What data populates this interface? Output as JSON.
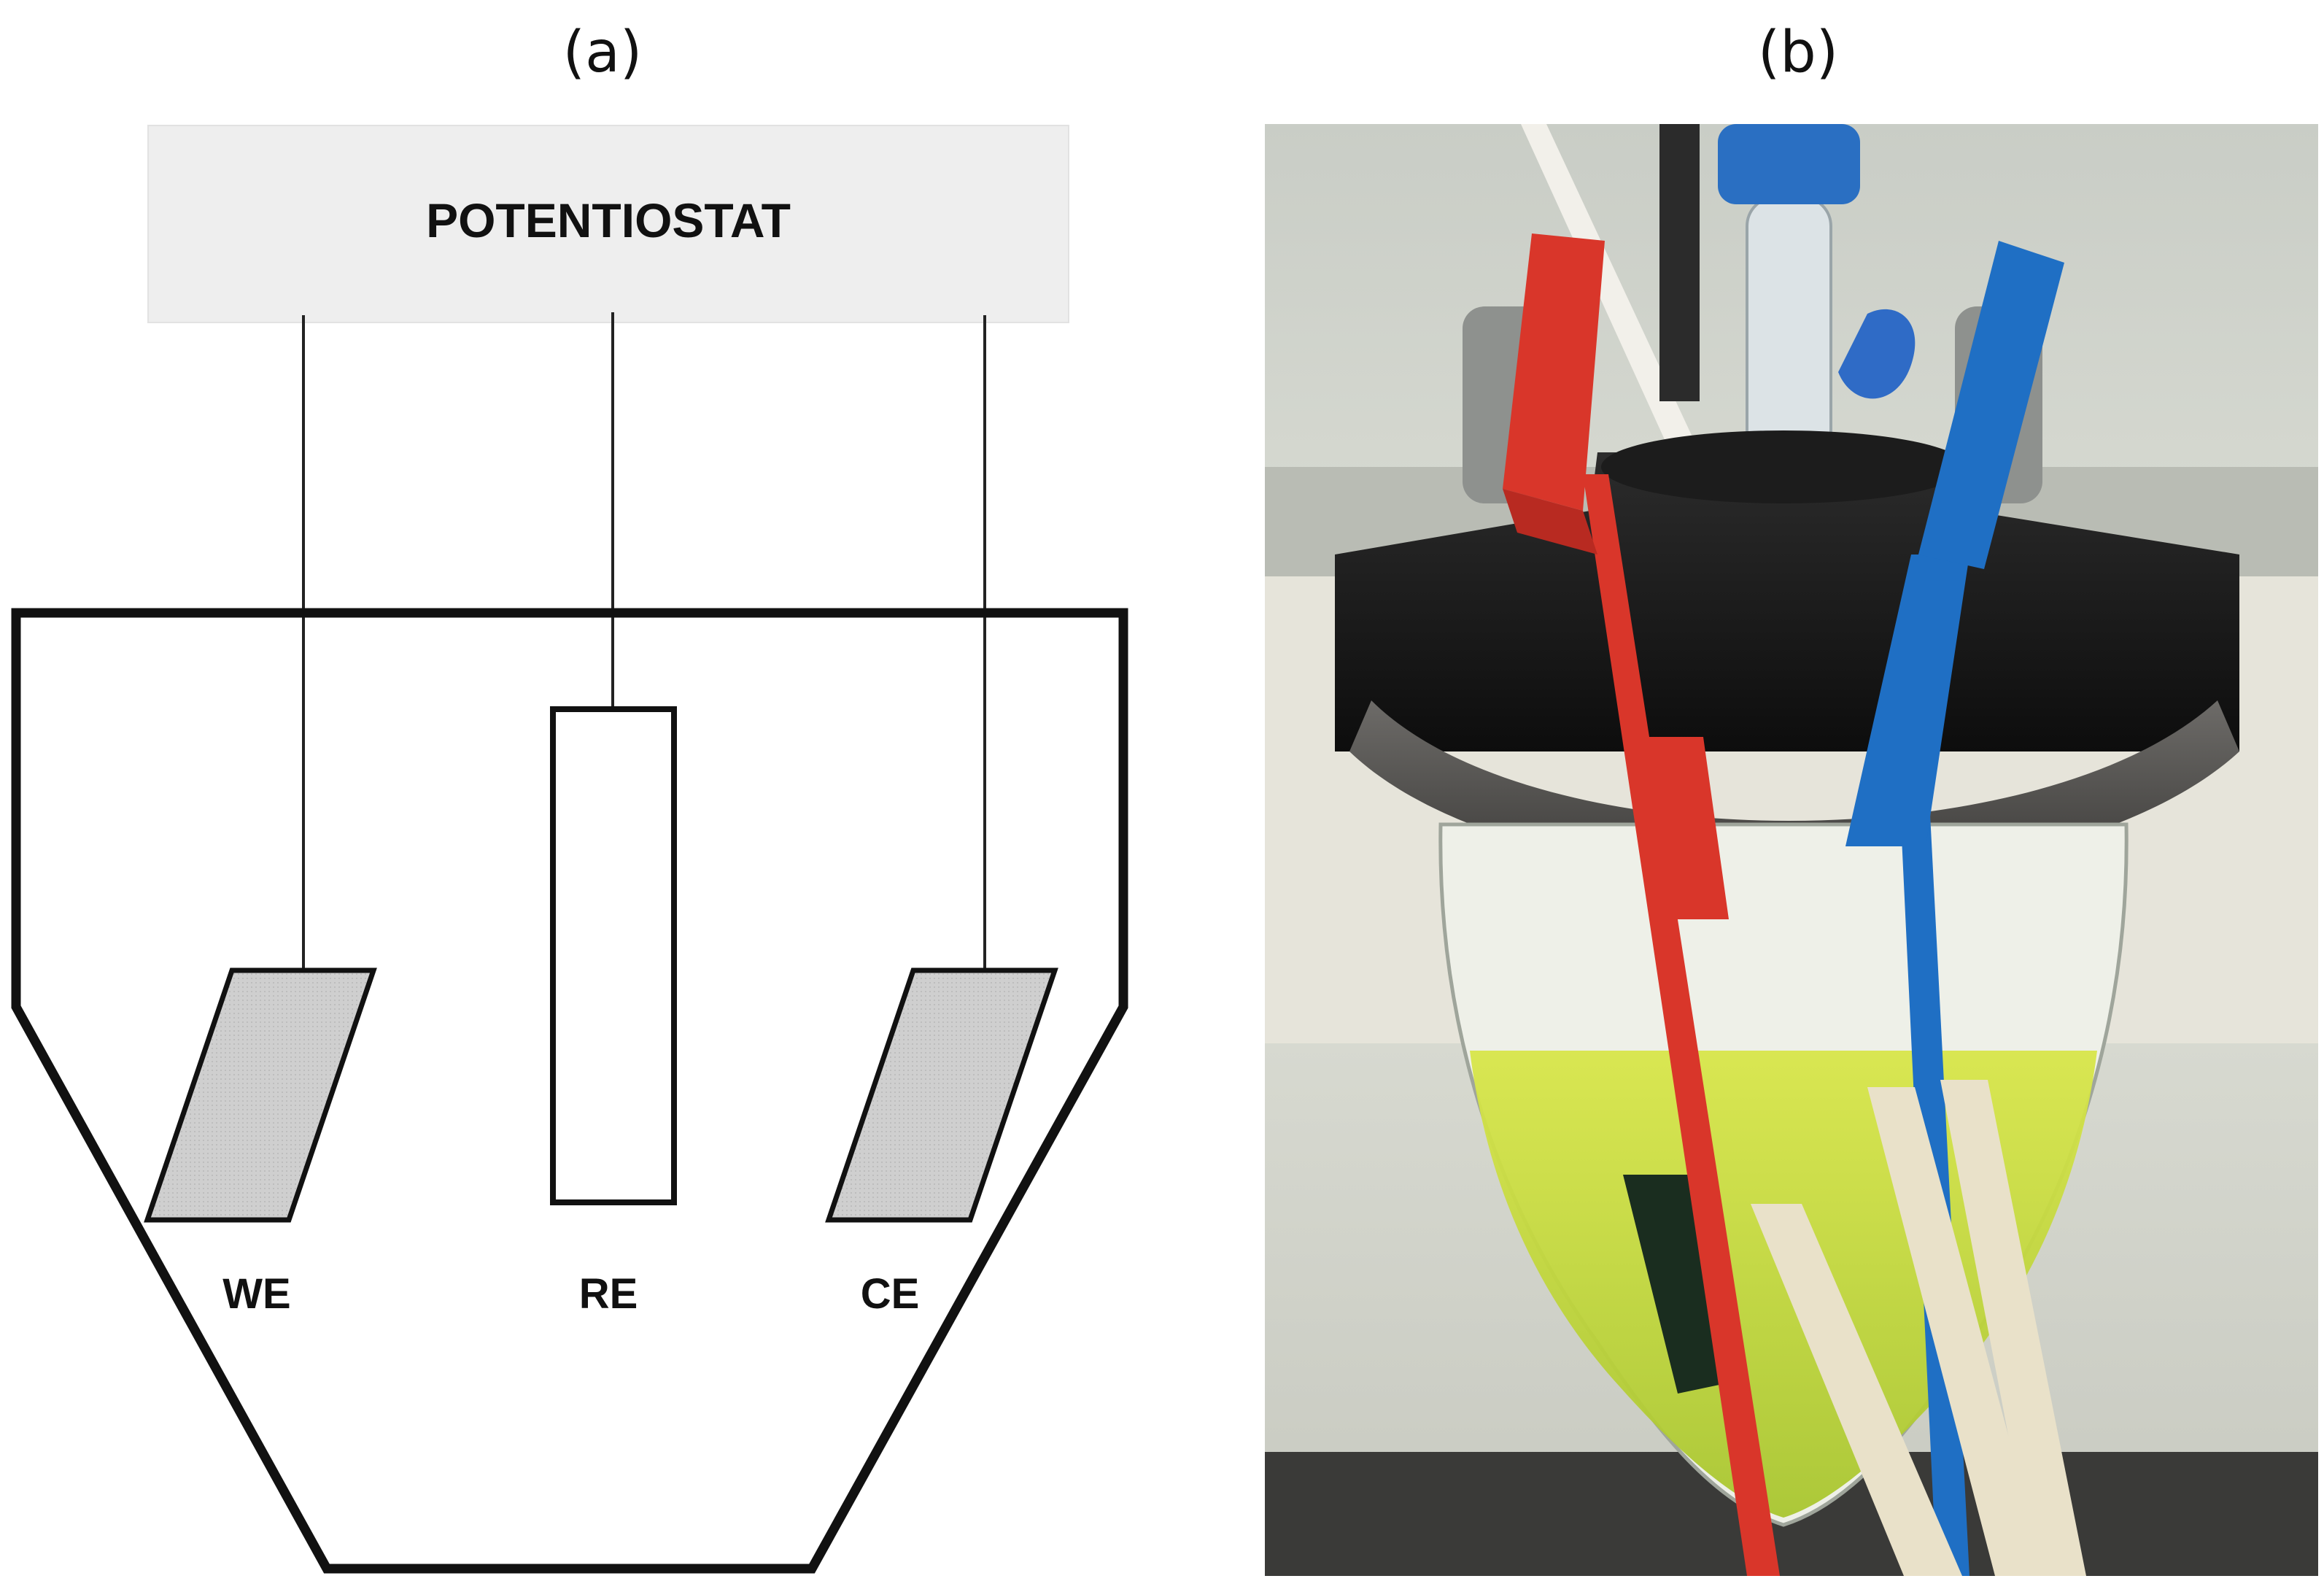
{
  "panels": {
    "left_label": "(a)",
    "right_label": "(b)"
  },
  "schematic": {
    "instrument_label": "POTENTIOSTAT",
    "electrodes": {
      "working": "WE",
      "reference": "RE",
      "counter": "CE"
    }
  },
  "photo": {
    "left_clip_color": "#d9362a",
    "right_clip_color": "#1f6fc4",
    "solution_color": "#c9dd3a"
  }
}
